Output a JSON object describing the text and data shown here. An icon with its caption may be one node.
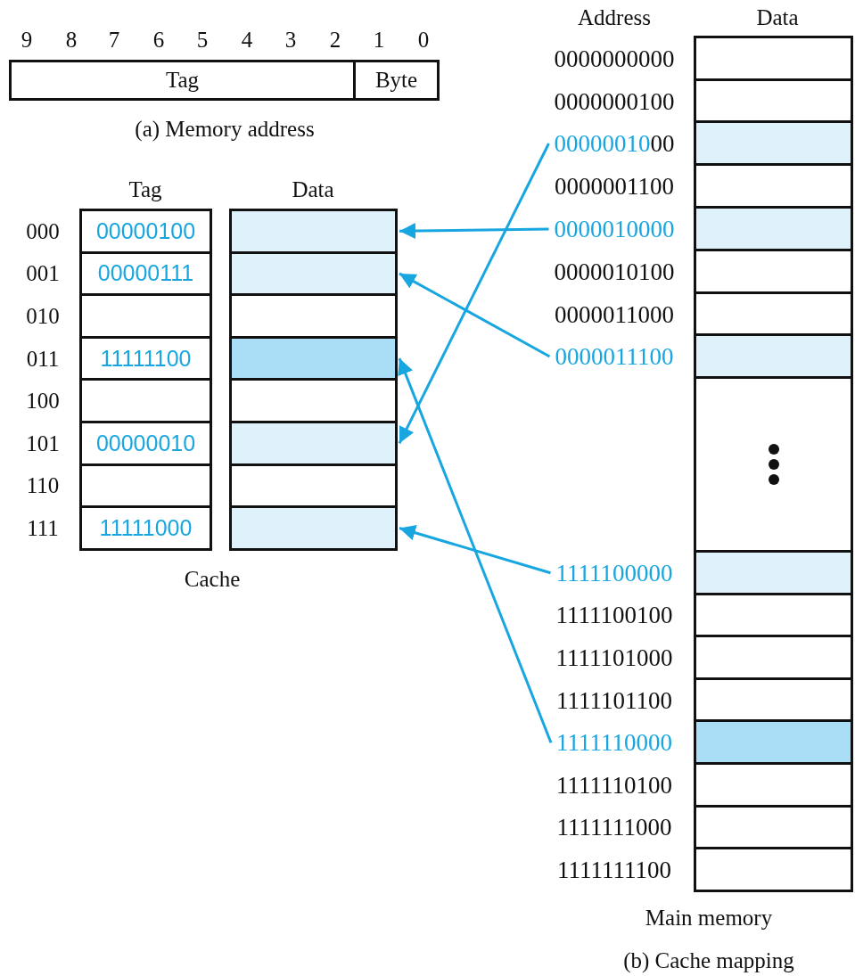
{
  "diagram": {
    "caption": "(b) Cache mapping",
    "nodes": [
      {
        "text": [
          "Tag"
        ]
      },
      {
        "text": [
          "Byte"
        ]
      },
      {
        "text": [
          "00000100"
        ]
      },
      {
        "text": [],
        "shape": "box"
      },
      {
        "text": [
          "00000111"
        ]
      },
      {
        "text": [],
        "shape": "box"
      },
      {
        "text": [],
        "shape": "box"
      },
      {
        "text": [],
        "shape": "box"
      },
      {
        "text": [
          "11111100"
        ]
      },
      {
        "text": [],
        "shape": "box"
      },
      {
        "text": [],
        "shape": "box"
      },
      {
        "text": [],
        "shape": "box"
      },
      {
        "text": [
          "00000010"
        ]
      },
      {
        "text": [],
        "shape": "box"
      },
      {
        "text": [],
        "shape": "box"
      },
      {
        "text": [],
        "shape": "box"
      },
      {
        "text": [
          "11111000"
        ]
      },
      {
        "text": [],
        "shape": "box"
      },
      {
        "text": [],
        "shape": "box"
      },
      {
        "text": [],
        "shape": "box"
      },
      {
        "text": [
          "0000001000"
        ]
      },
      {
        "text": [],
        "shape": "box"
      },
      {
        "text": [],
        "shape": "box"
      },
      {
        "text": [
          "0000010000"
        ]
      },
      {
        "text": [],
        "shape": "box"
      },
      {
        "text": [],
        "shape": "box"
      },
      {
        "text": [],
        "shape": "box"
      },
      {
        "text": [
          "0000011100"
        ]
      },
      {
        "text": [],
        "shape": "box"
      },
      {
        "text": [],
        "shape": "box"
      },
      {
        "text": [
          "1111100000"
        ]
      },
      {
        "text": [],
        "shape": "box"
      },
      {
        "text": [],
        "shape": "box"
      },
      {
        "text": [],
        "shape": "box"
      },
      {
        "text": [],
        "shape": "box"
      },
      {
        "text": [
          "1111110000"
        ]
      },
      {
        "text": [],
        "shape": "box"
      },
      {
        "text": [],
        "shape": "box"
      },
      {
        "text": [],
        "shape": "box"
      },
      {
        "text": [],
        "shape": "box"
      }
    ],
    "edges": [
      {
        "from": 20,
        "to": 13,
        "arrow": "to"
      },
      {
        "from": 23,
        "to": 3,
        "arrow": "to"
      },
      {
        "from": 27,
        "to": 5,
        "arrow": "to"
      },
      {
        "from": 30,
        "to": 17,
        "arrow": "to"
      },
      {
        "from": 35,
        "to": 9,
        "arrow": "to"
      }
    ],
    "labels": [
      "9",
      "8",
      "7",
      "6",
      "5",
      "4",
      "3",
      "2",
      "1",
      "0",
      "Address",
      "Data",
      "0000000000",
      "0000000100",
      "(a) Memory address",
      "Tag",
      "Data",
      "0000001100",
      "000",
      "001",
      "010",
      "011",
      "100",
      "101",
      "110",
      "111",
      "0000010100",
      "0000011000",
      "Cache",
      "1111100100",
      "1111101000",
      "1111101100",
      "1111110100",
      "1111111000",
      "1111111100",
      "Main memory"
    ]
  }
}
